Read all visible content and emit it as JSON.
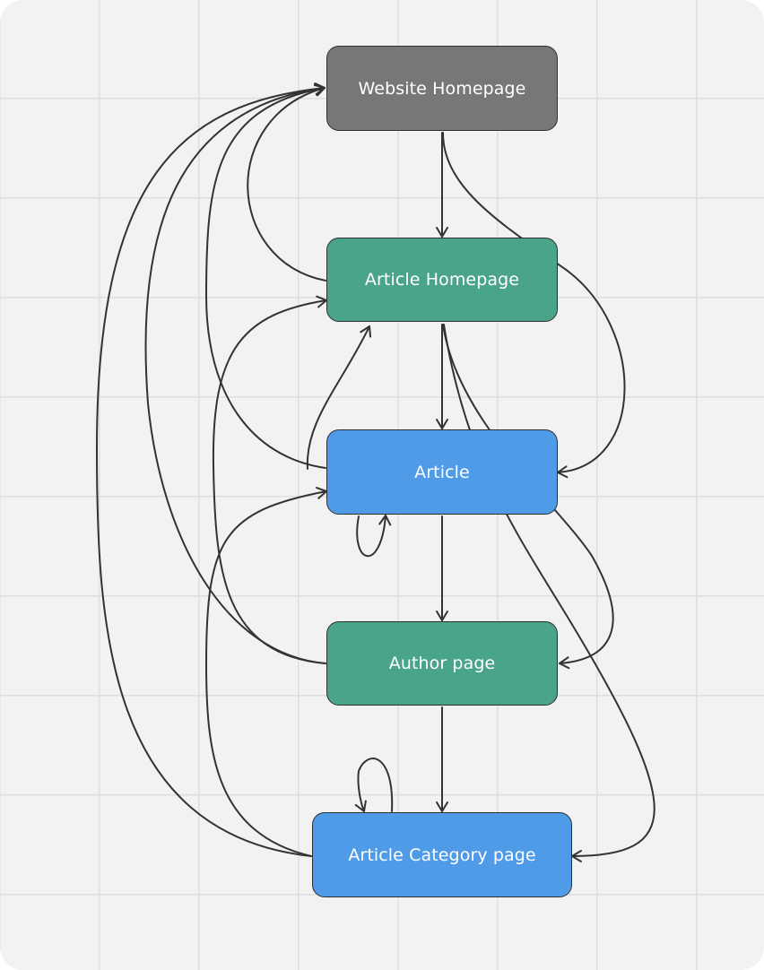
{
  "colors": {
    "gray": "#777777",
    "green": "#4aa48a",
    "blue": "#4f9be8",
    "edge": "#333333",
    "background": "#f2f2f2"
  },
  "nodes": {
    "website_homepage": "Website Homepage",
    "article_homepage": "Article Homepage",
    "article": "Article",
    "author_page": "Author page",
    "article_category_page": "Article Category page"
  },
  "edges": [
    {
      "from": "website_homepage",
      "to": "article_homepage"
    },
    {
      "from": "website_homepage",
      "to": "article"
    },
    {
      "from": "article_homepage",
      "to": "website_homepage"
    },
    {
      "from": "article_homepage",
      "to": "article"
    },
    {
      "from": "article_homepage",
      "to": "author_page"
    },
    {
      "from": "article_homepage",
      "to": "article_category_page"
    },
    {
      "from": "article",
      "to": "website_homepage"
    },
    {
      "from": "article",
      "to": "article_homepage"
    },
    {
      "from": "article",
      "to": "article"
    },
    {
      "from": "article",
      "to": "author_page"
    },
    {
      "from": "author_page",
      "to": "website_homepage"
    },
    {
      "from": "author_page",
      "to": "article_homepage"
    },
    {
      "from": "author_page",
      "to": "article_category_page"
    },
    {
      "from": "article_category_page",
      "to": "website_homepage"
    },
    {
      "from": "article_category_page",
      "to": "article"
    },
    {
      "from": "article_category_page",
      "to": "article_category_page"
    }
  ]
}
